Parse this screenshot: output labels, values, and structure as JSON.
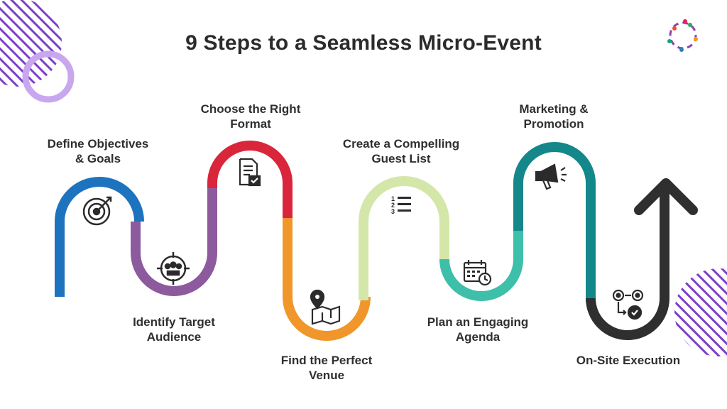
{
  "title": "9 Steps to a Seamless Micro-Event",
  "steps": [
    {
      "line1": "Define Objectives",
      "line2": "& Goals",
      "color": "#1e73be",
      "icon": "target-icon"
    },
    {
      "line1": "Identify Target",
      "line2": "Audience",
      "color": "#8e5a9e",
      "icon": "audience-target-icon"
    },
    {
      "line1": "Choose the Right",
      "line2": "Format",
      "color": "#d9263a",
      "icon": "document-check-icon"
    },
    {
      "line1": "Find the Perfect",
      "line2": "Venue",
      "color": "#f0962a",
      "icon": "map-pin-icon"
    },
    {
      "line1": "Create a Compelling",
      "line2": "Guest List",
      "color": "#d4e7a9",
      "icon": "numbered-list-icon"
    },
    {
      "line1": "Plan an Engaging",
      "line2": "Agenda",
      "color": "#3dbfaa",
      "icon": "calendar-clock-icon"
    },
    {
      "line1": "Marketing &",
      "line2": "Promotion",
      "color": "#13878a",
      "icon": "megaphone-icon"
    },
    {
      "line1": "On-Site Execution",
      "line2": "",
      "color": "#2f2f2f",
      "icon": "gears-process-icon"
    }
  ],
  "colors": {
    "accent_purple": "#7b3fc7",
    "circle_ring": "#c9a7ee",
    "arrow": "#2f2f2f"
  },
  "logo": "colorful-circle-logo"
}
